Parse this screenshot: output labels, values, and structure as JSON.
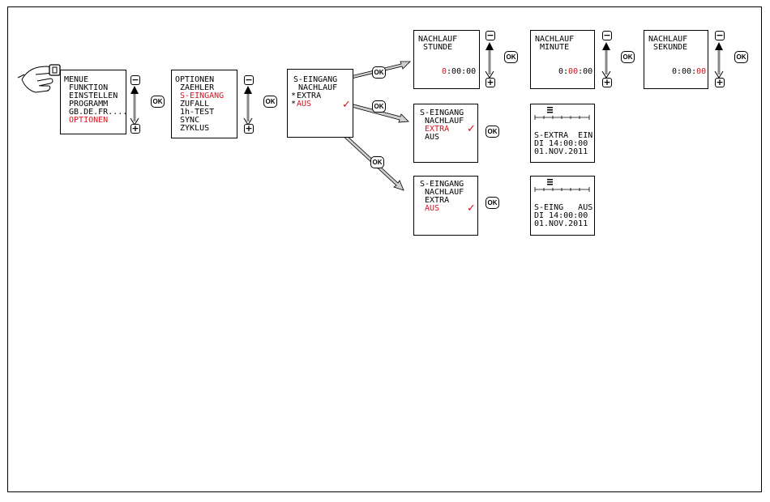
{
  "colors": {
    "highlight": "#d8121e",
    "line": "#000000",
    "arrow_fill": "#cfcfcf"
  },
  "buttons": {
    "ok": "OK",
    "minus": "−",
    "plus": "+"
  },
  "icons": {
    "hand": "hand-pressing-button-icon",
    "updown": "up-down-arrow-icon",
    "flow": "flow-arrow-icon",
    "check": "checkmark-icon"
  },
  "screens": {
    "menu": {
      "lines": [
        "MENUE",
        " FUNKTION",
        " EINSTELLEN",
        " PROGRAMM",
        " GB.DE.FR....",
        " OPTIONEN"
      ]
    },
    "optionen": {
      "lines": [
        "OPTIONEN",
        " ZAEHLER",
        " S-EINGANG",
        " ZUFALL",
        " 1h-TEST",
        " SYNC",
        " ZYKLUS"
      ]
    },
    "s_eingang": {
      "title": "S-EINGANG",
      "lines": [
        " NACHLAUF",
        "EXTRA",
        "AUS"
      ],
      "markers": [
        "*",
        "*"
      ],
      "check": "✓"
    },
    "nachlauf_stunde": {
      "title": "NACHLAUF",
      "sub": " STUNDE",
      "value_hl": "0",
      "value_rest": ":00:00"
    },
    "nachlauf_minute": {
      "title": "NACHLAUF",
      "sub": " MINUTE",
      "value_pre": "0:",
      "value_hl": "00",
      "value_post": ":00"
    },
    "nachlauf_sekunde": {
      "title": "NACHLAUF",
      "sub": " SEKUNDE",
      "value_pre": "0:00:",
      "value_hl": "00"
    },
    "extra_select": {
      "lines": [
        "S-EINGANG",
        " NACHLAUF",
        " EXTRA",
        " AUS"
      ],
      "check": "✓"
    },
    "extra_status": {
      "lines": [
        "S-EXTRA  EIN",
        "DI 14:00:00",
        "01.NOV.2011"
      ]
    },
    "aus_select": {
      "lines": [
        "S-EINGANG",
        " NACHLAUF",
        " EXTRA",
        " AUS"
      ],
      "check": "✓"
    },
    "aus_status": {
      "lines": [
        "S-EING   AUS",
        "DI 14:00:00",
        "01.NOV.2011"
      ]
    }
  }
}
